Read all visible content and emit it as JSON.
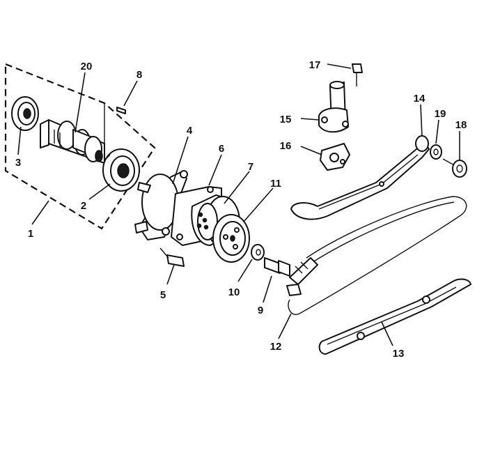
{
  "labels": {
    "l1": "1",
    "l2": "2",
    "l3": "3",
    "l4": "4",
    "l5": "5",
    "l6": "6",
    "l7": "7",
    "l8": "8",
    "l9": "9",
    "l10": "10",
    "l11": "11",
    "l12": "12",
    "l13": "13",
    "l14": "14",
    "l15": "15",
    "l16": "16",
    "l17": "17",
    "l18": "18",
    "l19": "19",
    "l20": "20"
  },
  "colors": {
    "ink": "#111111",
    "paper": "#ffffff"
  }
}
